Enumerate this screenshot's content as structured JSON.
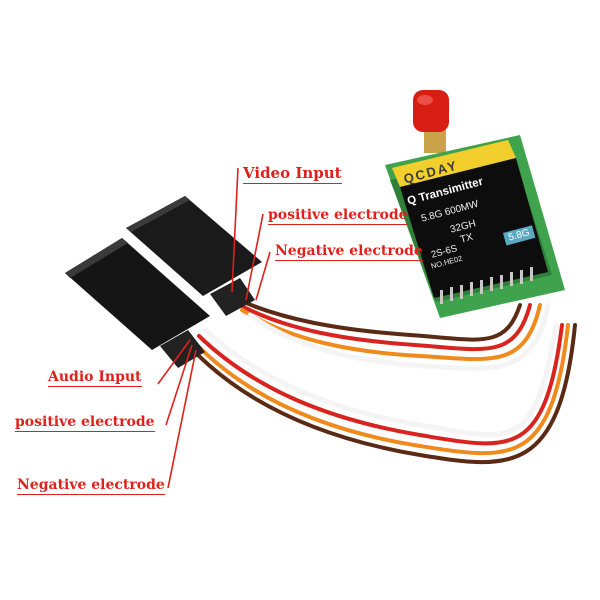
{
  "labels": {
    "video_input": "Video Input",
    "video_positive": "positive electrode",
    "video_negative": "Negative electrode",
    "audio_input": "Audio Input",
    "audio_positive": "positive electrode",
    "audio_negative": "Negative electrode"
  },
  "module": {
    "brand": "QCDAY",
    "title": "Q Transimitter",
    "spec_line1": "5.8G 600MW",
    "spec_line2": "32GH",
    "spec_line3": "TX",
    "spec_line4": "2S-6S",
    "spec_line5": "NO.HE02",
    "badge": "5.8G"
  },
  "colors": {
    "annotation": "#e0201a",
    "connector": "#1a1a1a",
    "wire_red": "#d8231f",
    "wire_orange": "#f08a1c",
    "wire_brown": "#5a2a14",
    "wire_white": "#f4f4f4",
    "pcb": "#3fa34d",
    "label_yellow": "#f3cf2d",
    "antenna_cap": "#d81e14"
  }
}
